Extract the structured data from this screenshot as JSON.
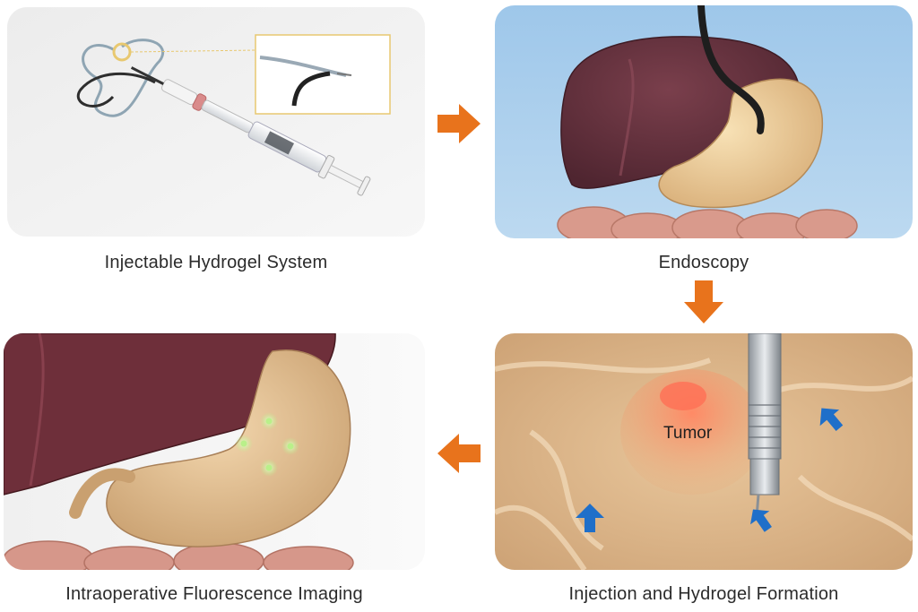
{
  "panels": {
    "hydrogel_system": {
      "caption": "Injectable Hydrogel System"
    },
    "endoscopy": {
      "caption": "Endoscopy"
    },
    "injection": {
      "caption": "Injection and Hydrogel Formation",
      "tumor_label": "Tumor"
    },
    "imaging": {
      "caption": "Intraoperative Fluorescence Imaging"
    }
  },
  "flow_arrows": [
    {
      "name": "arrow-right",
      "direction": "right"
    },
    {
      "name": "arrow-down",
      "direction": "down"
    },
    {
      "name": "arrow-left",
      "direction": "left"
    }
  ],
  "colors": {
    "flow_arrow": "#e8731c",
    "hint_arrow": "#1f6fc9",
    "fluorescence": "#b9f08a"
  }
}
